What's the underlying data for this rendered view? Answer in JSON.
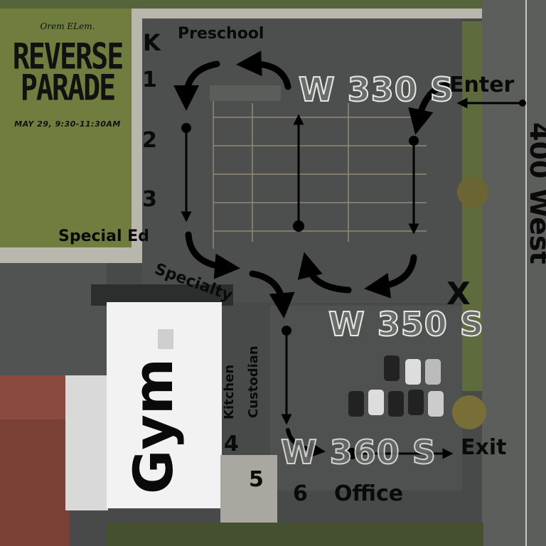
{
  "title": {
    "school": "Orem ELem.",
    "line1": "REVERSE",
    "line2": "PARADE",
    "date": "MAY 29, 9:30-11:30AM"
  },
  "streets": {
    "w330": "W 330 S",
    "w350": "W 350 S",
    "w360": "W 360 S",
    "west400": "400 West"
  },
  "building": {
    "gym": "Gym"
  },
  "stops": {
    "k": "K",
    "preschool": "Preschool",
    "s1": "1",
    "s2": "2",
    "s3": "3",
    "special_ed": "Special Ed",
    "specialty": "Specialty",
    "kitchen": "Kitchen",
    "custodian": "Custodian",
    "s4": "4",
    "s5": "5",
    "s6": "6",
    "office": "Office"
  },
  "route": {
    "enter": "Enter",
    "exit": "Exit",
    "x_mark": "X"
  },
  "colors": {
    "grass": "#6f7e3f",
    "asphalt": "#4a4d4b",
    "roof_white": "#f2f2f2",
    "roof_red": "#8b4a3e",
    "sidewalk": "#b9b6ae",
    "route": "#000000",
    "street_label_text": "#6a6c6a",
    "street_label_outline": "#e8e8e8"
  }
}
